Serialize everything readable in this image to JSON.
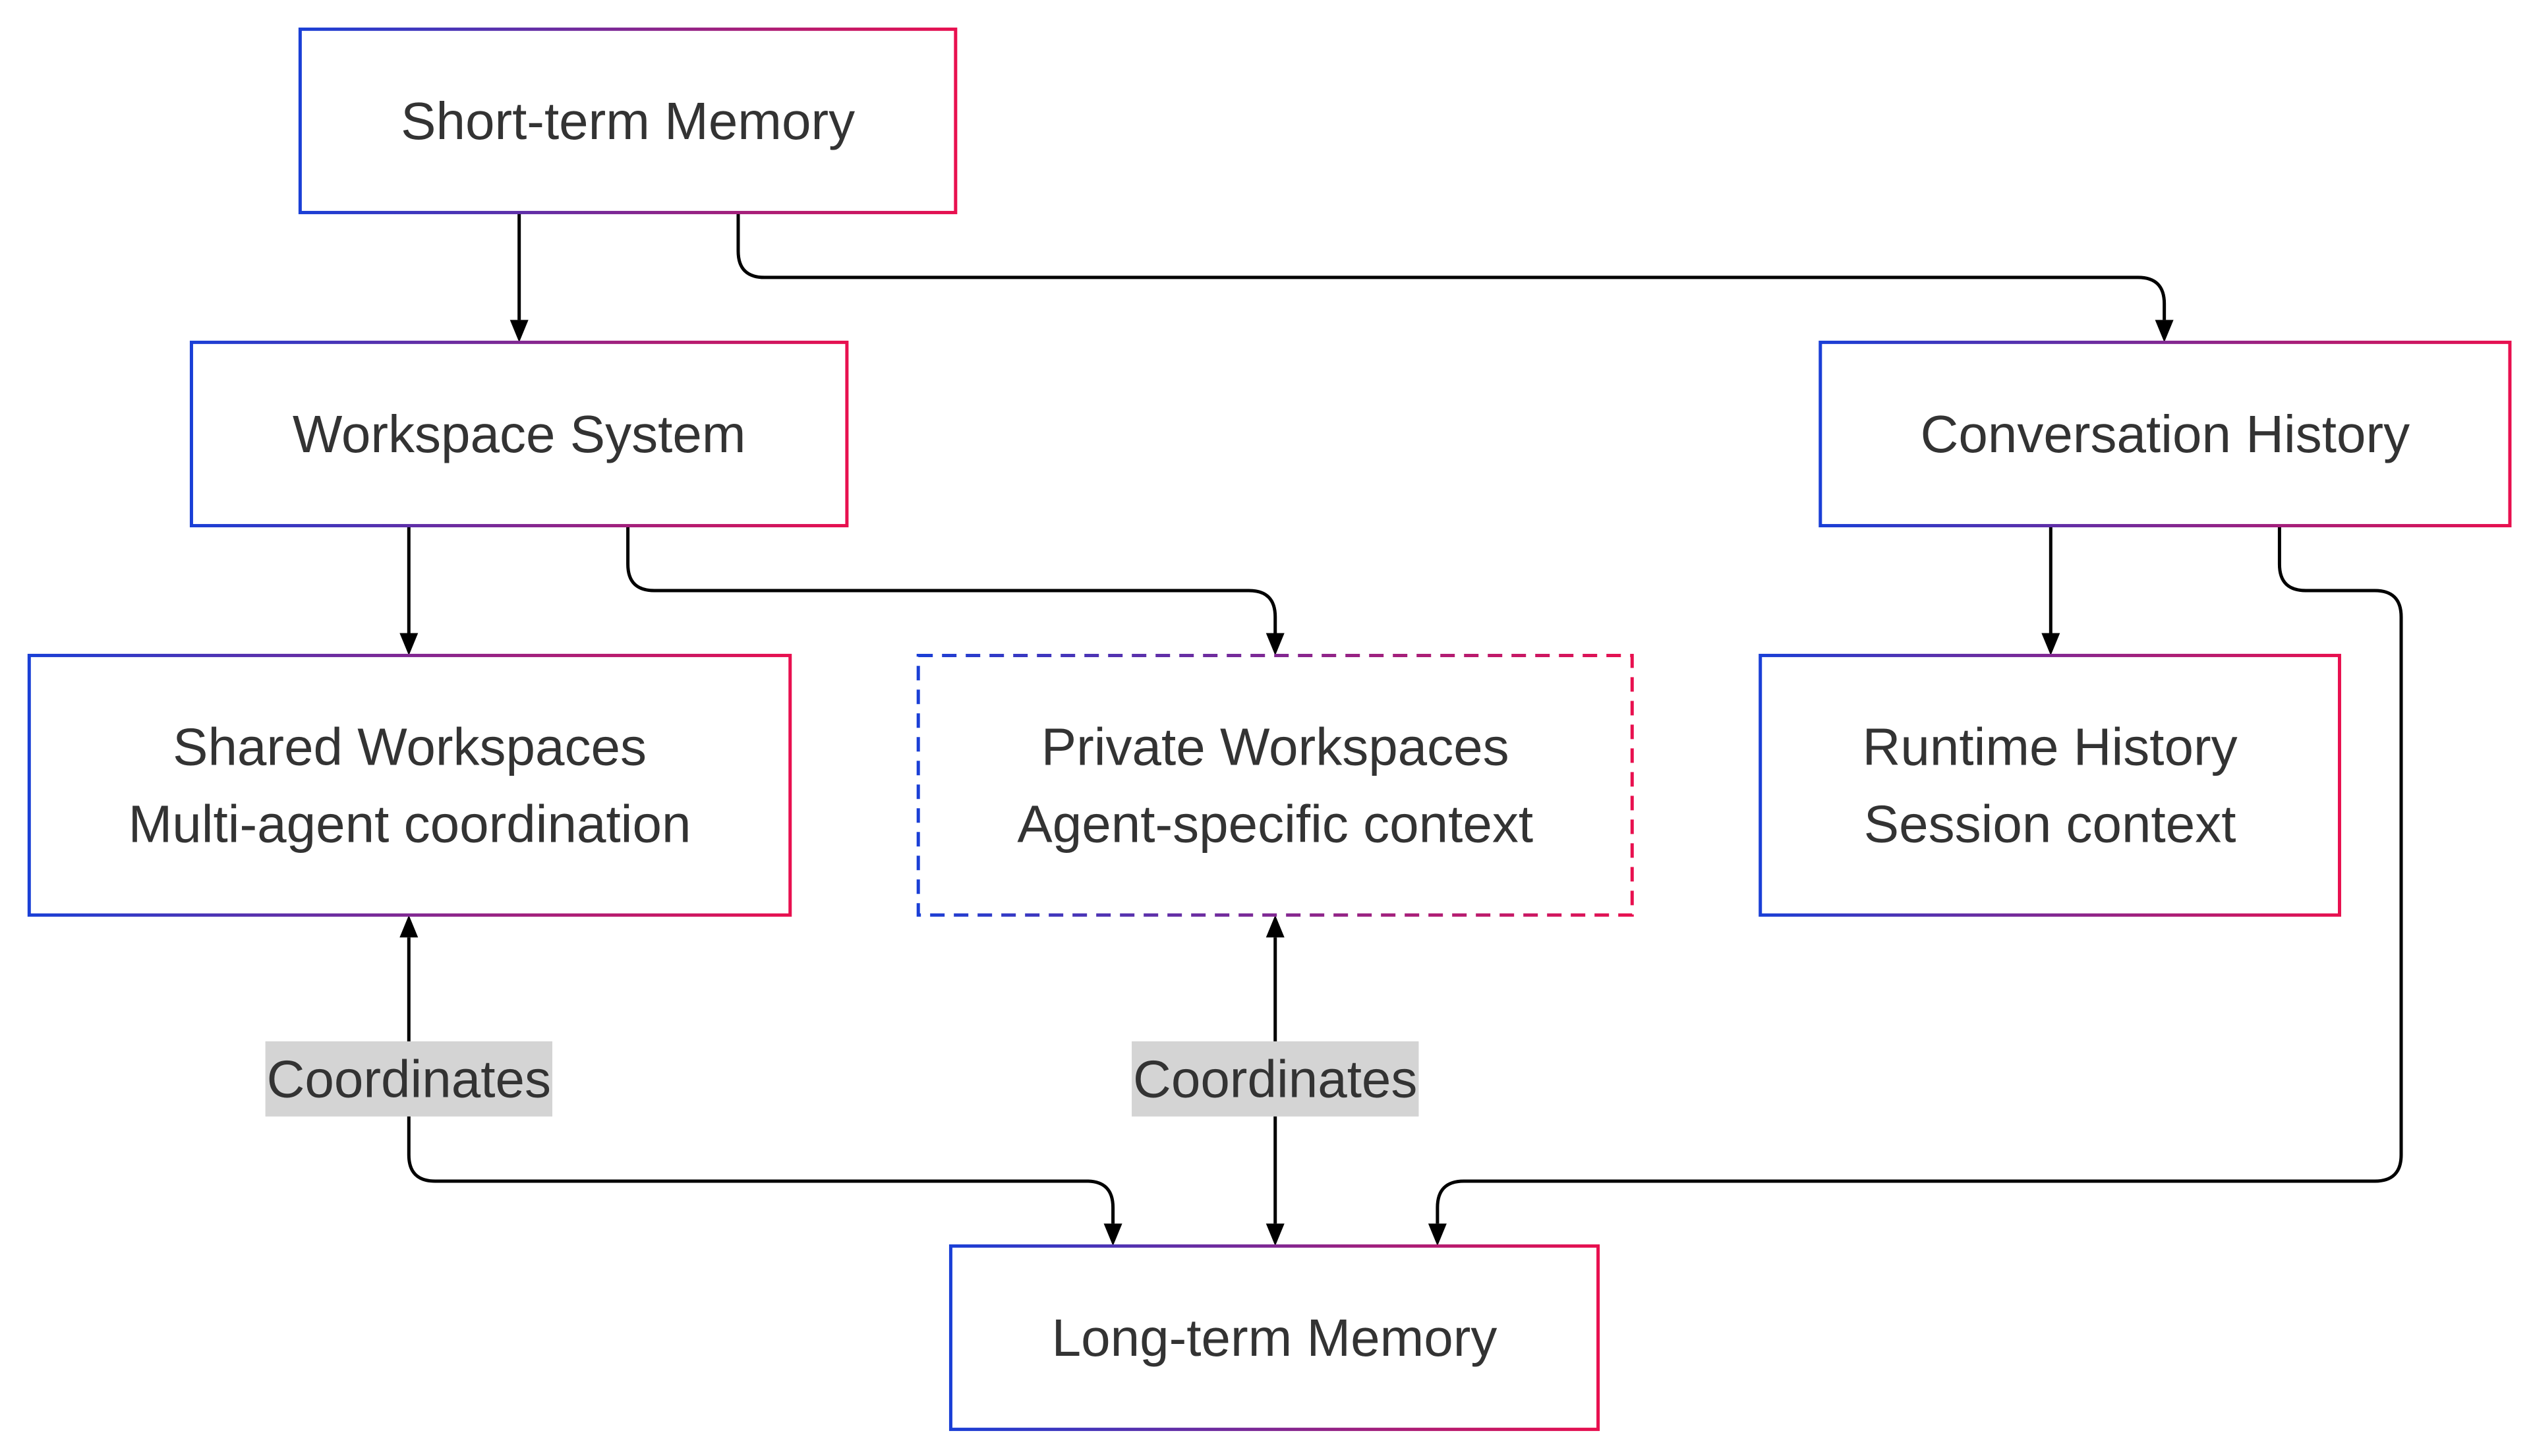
{
  "diagram": {
    "type": "flowchart",
    "nodes": {
      "short_term": {
        "lines": [
          "Short-term Memory"
        ],
        "dashed": false
      },
      "workspace": {
        "lines": [
          "Workspace System"
        ],
        "dashed": false
      },
      "conversation": {
        "lines": [
          "Conversation History"
        ],
        "dashed": false
      },
      "shared": {
        "lines": [
          "Shared Workspaces",
          "Multi-agent coordination"
        ],
        "dashed": false
      },
      "private": {
        "lines": [
          "Private Workspaces",
          "Agent-specific context"
        ],
        "dashed": true
      },
      "runtime": {
        "lines": [
          "Runtime History",
          "Session context"
        ],
        "dashed": false
      },
      "long_term": {
        "lines": [
          "Long-term Memory"
        ],
        "dashed": false
      }
    },
    "edges": [
      {
        "from": "short_term",
        "to": "workspace",
        "label": ""
      },
      {
        "from": "short_term",
        "to": "conversation",
        "label": ""
      },
      {
        "from": "workspace",
        "to": "shared",
        "label": ""
      },
      {
        "from": "workspace",
        "to": "private",
        "label": ""
      },
      {
        "from": "conversation",
        "to": "runtime",
        "label": ""
      },
      {
        "from": "conversation",
        "to": "long_term",
        "label": ""
      },
      {
        "from": "shared",
        "to": "long_term",
        "label": "Coordinates",
        "bidirectional": true
      },
      {
        "from": "private",
        "to": "long_term",
        "label": "Coordinates",
        "bidirectional": true
      }
    ],
    "colors": {
      "border_start": "#1a3fd6",
      "border_end": "#e8104f",
      "edge": "#000000",
      "label_background": "#d4d4d4",
      "text": "#333333"
    }
  }
}
